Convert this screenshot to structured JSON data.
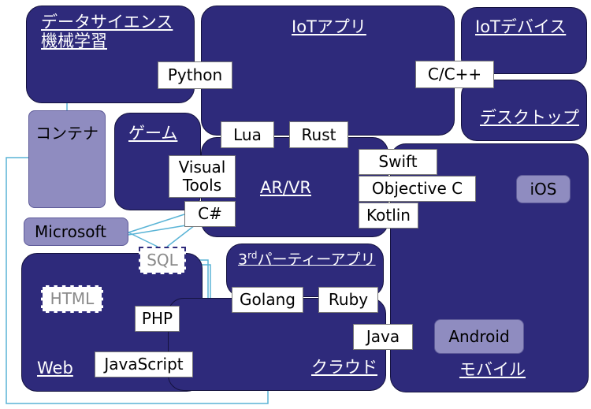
{
  "regions": {
    "data_science": {
      "line1": "データサイエンス",
      "line2": "機械学習"
    },
    "iot_app": "IoTアプリ",
    "iot_device": "IoTデバイス",
    "desktop": "デスクトップ",
    "game": "ゲーム",
    "ar_vr": "AR/VR",
    "third_party": {
      "base": "3",
      "sup": "rd",
      "rest": "パーティーアプリ"
    },
    "web": "Web",
    "cloud": "クラウド",
    "mobile": "モバイル"
  },
  "languages": {
    "python": "Python",
    "c_cpp": "C/C++",
    "lua": "Lua",
    "rust": "Rust",
    "swift": "Swift",
    "objective_c": "Objective C",
    "kotlin": "Kotlin",
    "visual_tools": {
      "line1": "Visual",
      "line2": "Tools"
    },
    "csharp": "C#",
    "sql": "SQL",
    "golang": "Golang",
    "ruby": "Ruby",
    "html": "HTML",
    "php": "PHP",
    "javascript": "JavaScript",
    "java": "Java"
  },
  "platforms": {
    "container": "コンテナ",
    "microsoft": "Microsoft",
    "ios": "iOS",
    "android": "Android"
  },
  "colors": {
    "region_fill": "#2e2a7b",
    "platform_fill": "#8f8cc0",
    "connector": "#5ab4d6",
    "tag_fill": "#ffffff"
  }
}
